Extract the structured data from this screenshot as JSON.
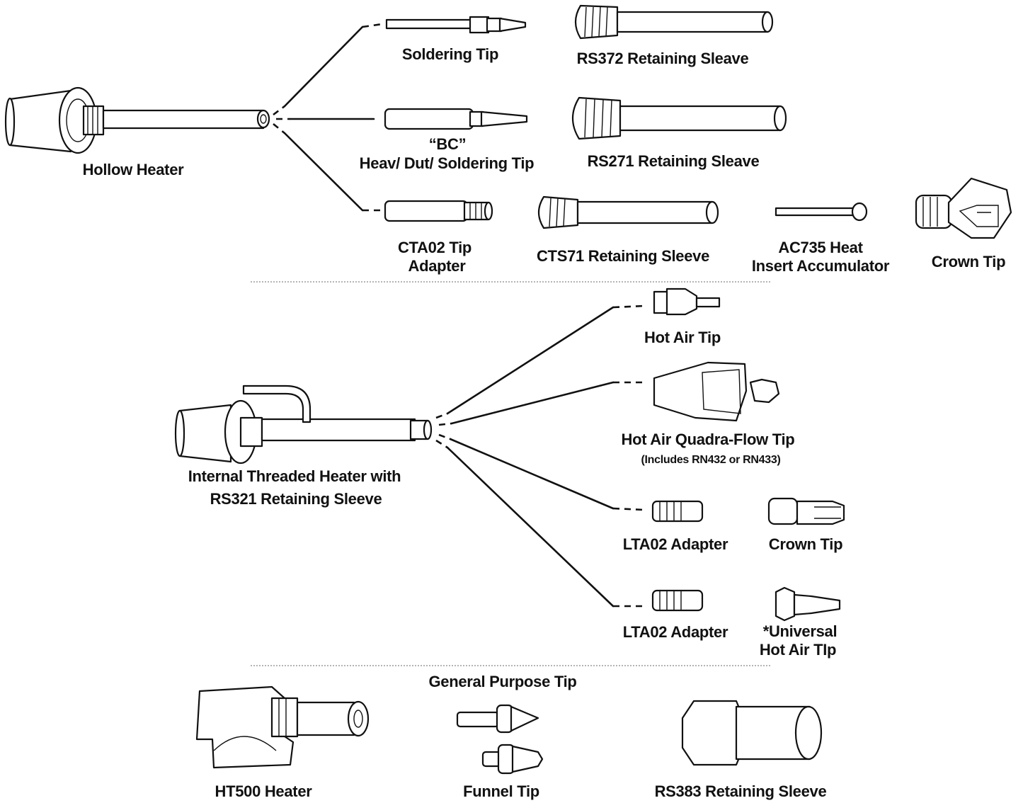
{
  "labels": {
    "hollow_heater": "Hollow Heater",
    "soldering_tip": "Soldering Tip",
    "rs372": "RS372 Retaining Sleave",
    "bc_line1": "“BC”",
    "bc_line2": "Heav/ Dut/ Soldering Tip",
    "rs271": "RS271 Retaining Sleave",
    "cta02_line1": "CTA02 Tip",
    "cta02_line2": "Adapter",
    "cts71": "CTS71 Retaining Sleeve",
    "ac735_line1": "AC735 Heat",
    "ac735_line2": "Insert Accumulator",
    "crown_tip_top": "Crown Tip",
    "hot_air_tip": "Hot Air Tip",
    "quadra_flow": "Hot Air Quadra-Flow Tip",
    "quadra_flow_note": "(Includes RN432 or RN433)",
    "internal_line1": "Internal Threaded Heater with",
    "internal_line2": "RS321 Retaining Sleeve",
    "lta02_a": "LTA02 Adapter",
    "crown_tip_mid": "Crown Tip",
    "lta02_b": "LTA02 Adapter",
    "universal_line1": "*Universal",
    "universal_line2": "Hot Air TIp",
    "general_purpose": "General Purpose Tip",
    "ht500": "HT500 Heater",
    "funnel_tip": "Funnel Tip",
    "rs383": "RS383 Retaining Sleeve"
  },
  "colors": {
    "ink": "#111111",
    "separator": "#888888",
    "background": "#ffffff"
  }
}
